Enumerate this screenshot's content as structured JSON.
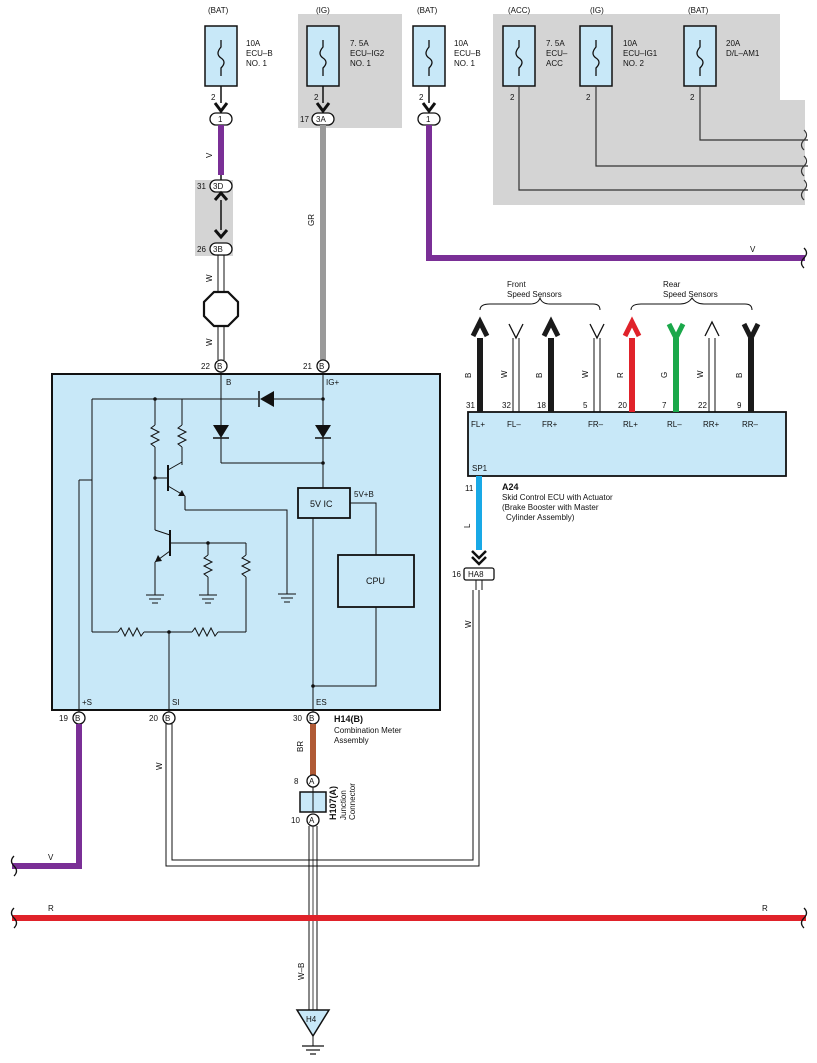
{
  "fuses": {
    "f1": {
      "source": "(BAT)",
      "rating": "10A",
      "name1": "ECU–B",
      "name2": "NO. 1",
      "pin": "2"
    },
    "f2": {
      "source": "(IG)",
      "rating": "7. 5A",
      "name1": "ECU–IG2",
      "name2": "NO. 1",
      "pin": "2"
    },
    "f3": {
      "source": "(BAT)",
      "rating": "10A",
      "name1": "ECU–B",
      "name2": "NO. 1",
      "pin": "2"
    },
    "f4": {
      "source": "(ACC)",
      "rating": "7. 5A",
      "name1": "ECU–",
      "name2": "ACC",
      "pin": "2"
    },
    "f5": {
      "source": "(IG)",
      "rating": "10A",
      "name1": "ECU–IG1",
      "name2": "NO. 2",
      "pin": "2"
    },
    "f6": {
      "source": "(BAT)",
      "rating": "20A",
      "name1": "D/L–AM1",
      "name2": "",
      "pin": "2"
    }
  },
  "connectors": {
    "c1": "1",
    "c3a": "3A",
    "c3a_pin": "17",
    "c1b": "1",
    "c3d": "3D",
    "c3d_pin": "31",
    "c3b": "3B",
    "c3b_pin": "26",
    "b22": "B",
    "b22_pin": "22",
    "b21": "B",
    "b21_pin": "21",
    "b19": "B",
    "b19_pin": "19",
    "b20": "B",
    "b20_pin": "20",
    "b30": "B",
    "b30_pin": "30",
    "a8": "A",
    "a8_pin": "8",
    "a10": "A",
    "a10_pin": "10",
    "ha8": "HA8",
    "ha8_pin": "16"
  },
  "wire_colors": {
    "v1": "V",
    "w1": "W",
    "w2": "W",
    "gr": "GR",
    "v2": "V",
    "l": "L",
    "w3": "W",
    "w4": "W",
    "br": "BR",
    "v3": "V",
    "r1": "R",
    "r2": "R",
    "wb": "W–B"
  },
  "meter": {
    "pin_b": "B",
    "pin_ig": "IG+",
    "ic": "5V IC",
    "fiveb": "5V+B",
    "cpu": "CPU",
    "pin_s": "+S",
    "pin_si": "SI",
    "pin_es": "ES",
    "code": "H14(B)",
    "name1": "Combination Meter",
    "name2": "Assembly"
  },
  "skid": {
    "front1": "Front",
    "front2": "Speed Sensors",
    "rear1": "Rear",
    "rear2": "Speed Sensors",
    "sensors": [
      {
        "color": "B",
        "pin": "31",
        "term": "FL+"
      },
      {
        "color": "W",
        "pin": "32",
        "term": "FL–"
      },
      {
        "color": "B",
        "pin": "18",
        "term": "FR+"
      },
      {
        "color": "W",
        "pin": "5",
        "term": "FR–"
      },
      {
        "color": "R",
        "pin": "20",
        "term": "RL+"
      },
      {
        "color": "G",
        "pin": "7",
        "term": "RL–"
      },
      {
        "color": "W",
        "pin": "22",
        "term": "RR+"
      },
      {
        "color": "B",
        "pin": "9",
        "term": "RR–"
      }
    ],
    "sp1": "SP1",
    "sp1_pin": "11",
    "code": "A24",
    "name1": "Skid Control ECU with Actuator",
    "name2": "(Brake Booster with Master",
    "name3": "Cylinder Assembly)"
  },
  "junction": {
    "code": "H107(A)",
    "name1": "Junction",
    "name2": "Connector"
  },
  "ground": {
    "label": "H4"
  },
  "colors": {
    "violet": "#7a2f96",
    "gray": "#9a9a9a",
    "blue": "#19a9e6",
    "brown": "#b05a35",
    "red": "#e0222a",
    "green": "#1aa84a",
    "black": "#1a1a1a",
    "ecu_fill": "#c8e8f8",
    "shade": "#d4d4d4"
  }
}
